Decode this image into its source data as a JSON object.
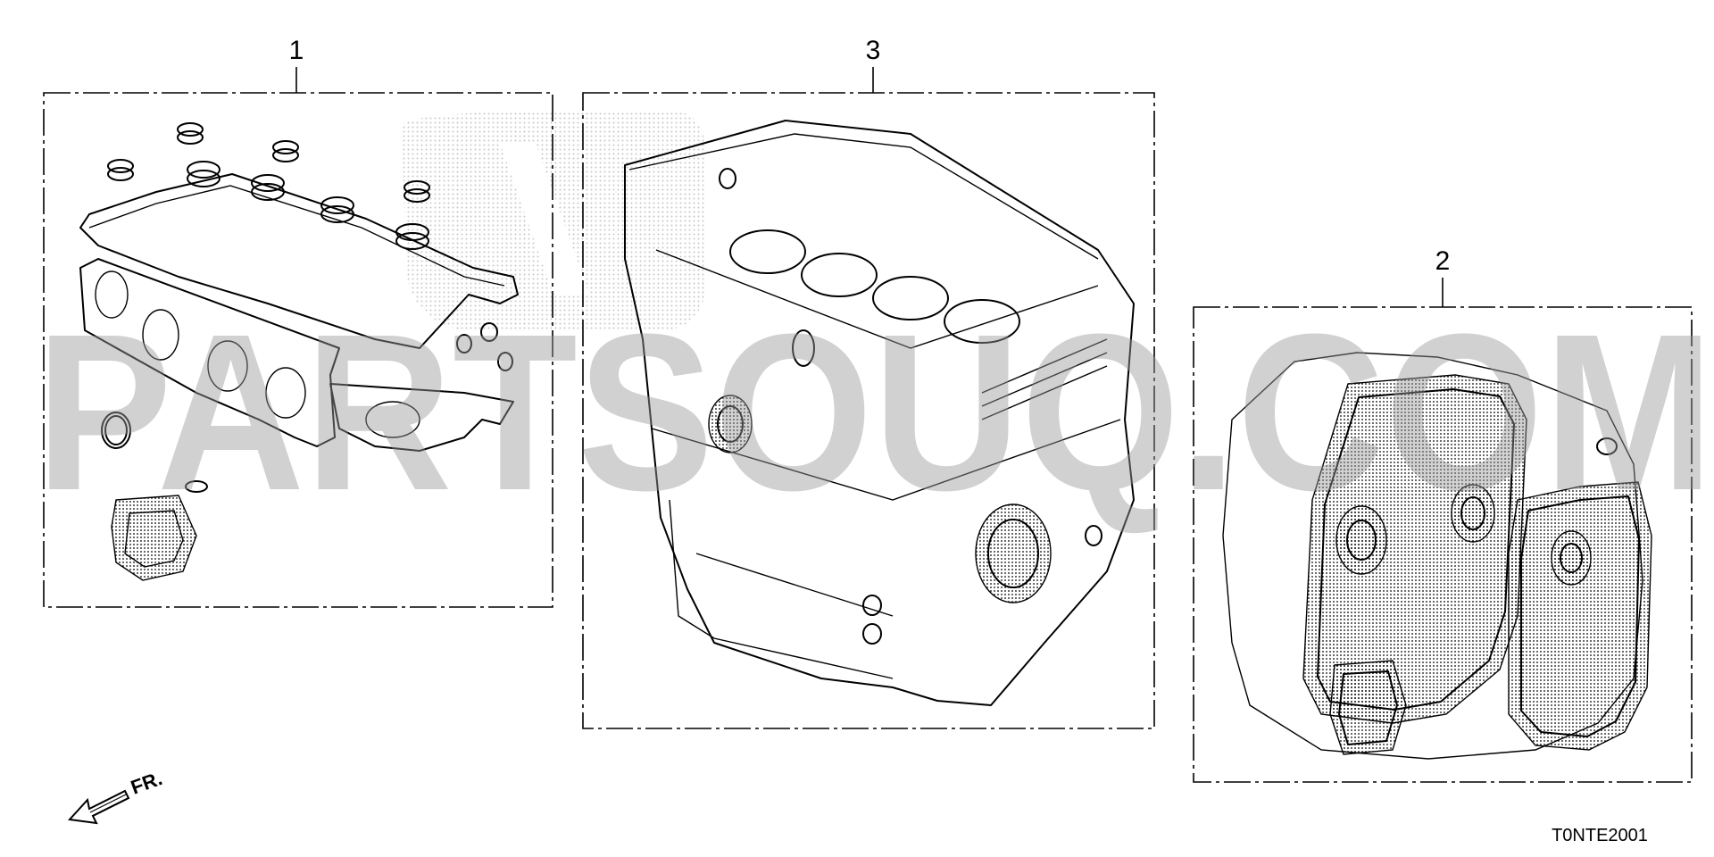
{
  "diagram": {
    "callouts": [
      {
        "id": "gasket-kit-1",
        "label": "1"
      },
      {
        "id": "gasket-kit-3",
        "label": "3"
      },
      {
        "id": "gasket-kit-2",
        "label": "2"
      }
    ],
    "watermark": "PARTSOUQ.COM",
    "direction_indicator": "FR.",
    "diagram_code": "T0NTE2001"
  }
}
